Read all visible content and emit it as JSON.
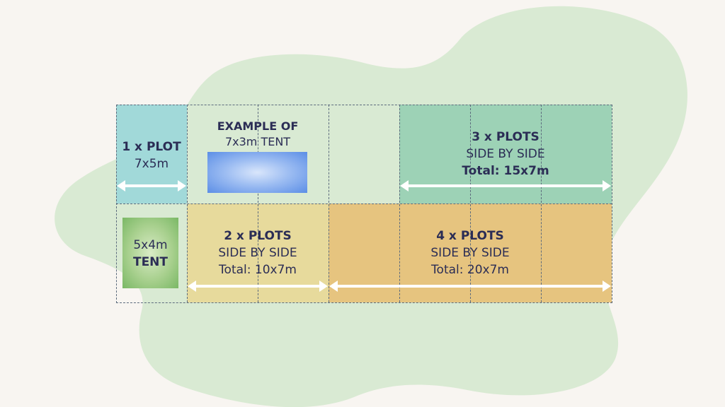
{
  "colors": {
    "background": "#f8f5f1",
    "blob": "#d9ead3",
    "single_plot": "#a1d9d9",
    "three_plots": "#9dd2b6",
    "two_plots": "#e7da9c",
    "four_plots": "#e6c47f",
    "arrow": "#ffffff",
    "text": "#2b2d55",
    "grid": "#5c6b7d"
  },
  "single_plot": {
    "title": "1 x PLOT",
    "size": "7x5m"
  },
  "example_tent": {
    "title": "EXAMPLE OF",
    "size": "7x3m TENT"
  },
  "three_plots": {
    "title": "3 x PLOTS",
    "subtitle": "SIDE BY SIDE",
    "total": "Total: 15x7m"
  },
  "small_tent": {
    "size": "5x4m",
    "label": "TENT"
  },
  "two_plots": {
    "title": "2 x PLOTS",
    "subtitle": "SIDE BY SIDE",
    "total": "Total: 10x7m"
  },
  "four_plots": {
    "title": "4 x PLOTS",
    "subtitle": "SIDE BY SIDE",
    "total": "Total: 20x7m"
  }
}
